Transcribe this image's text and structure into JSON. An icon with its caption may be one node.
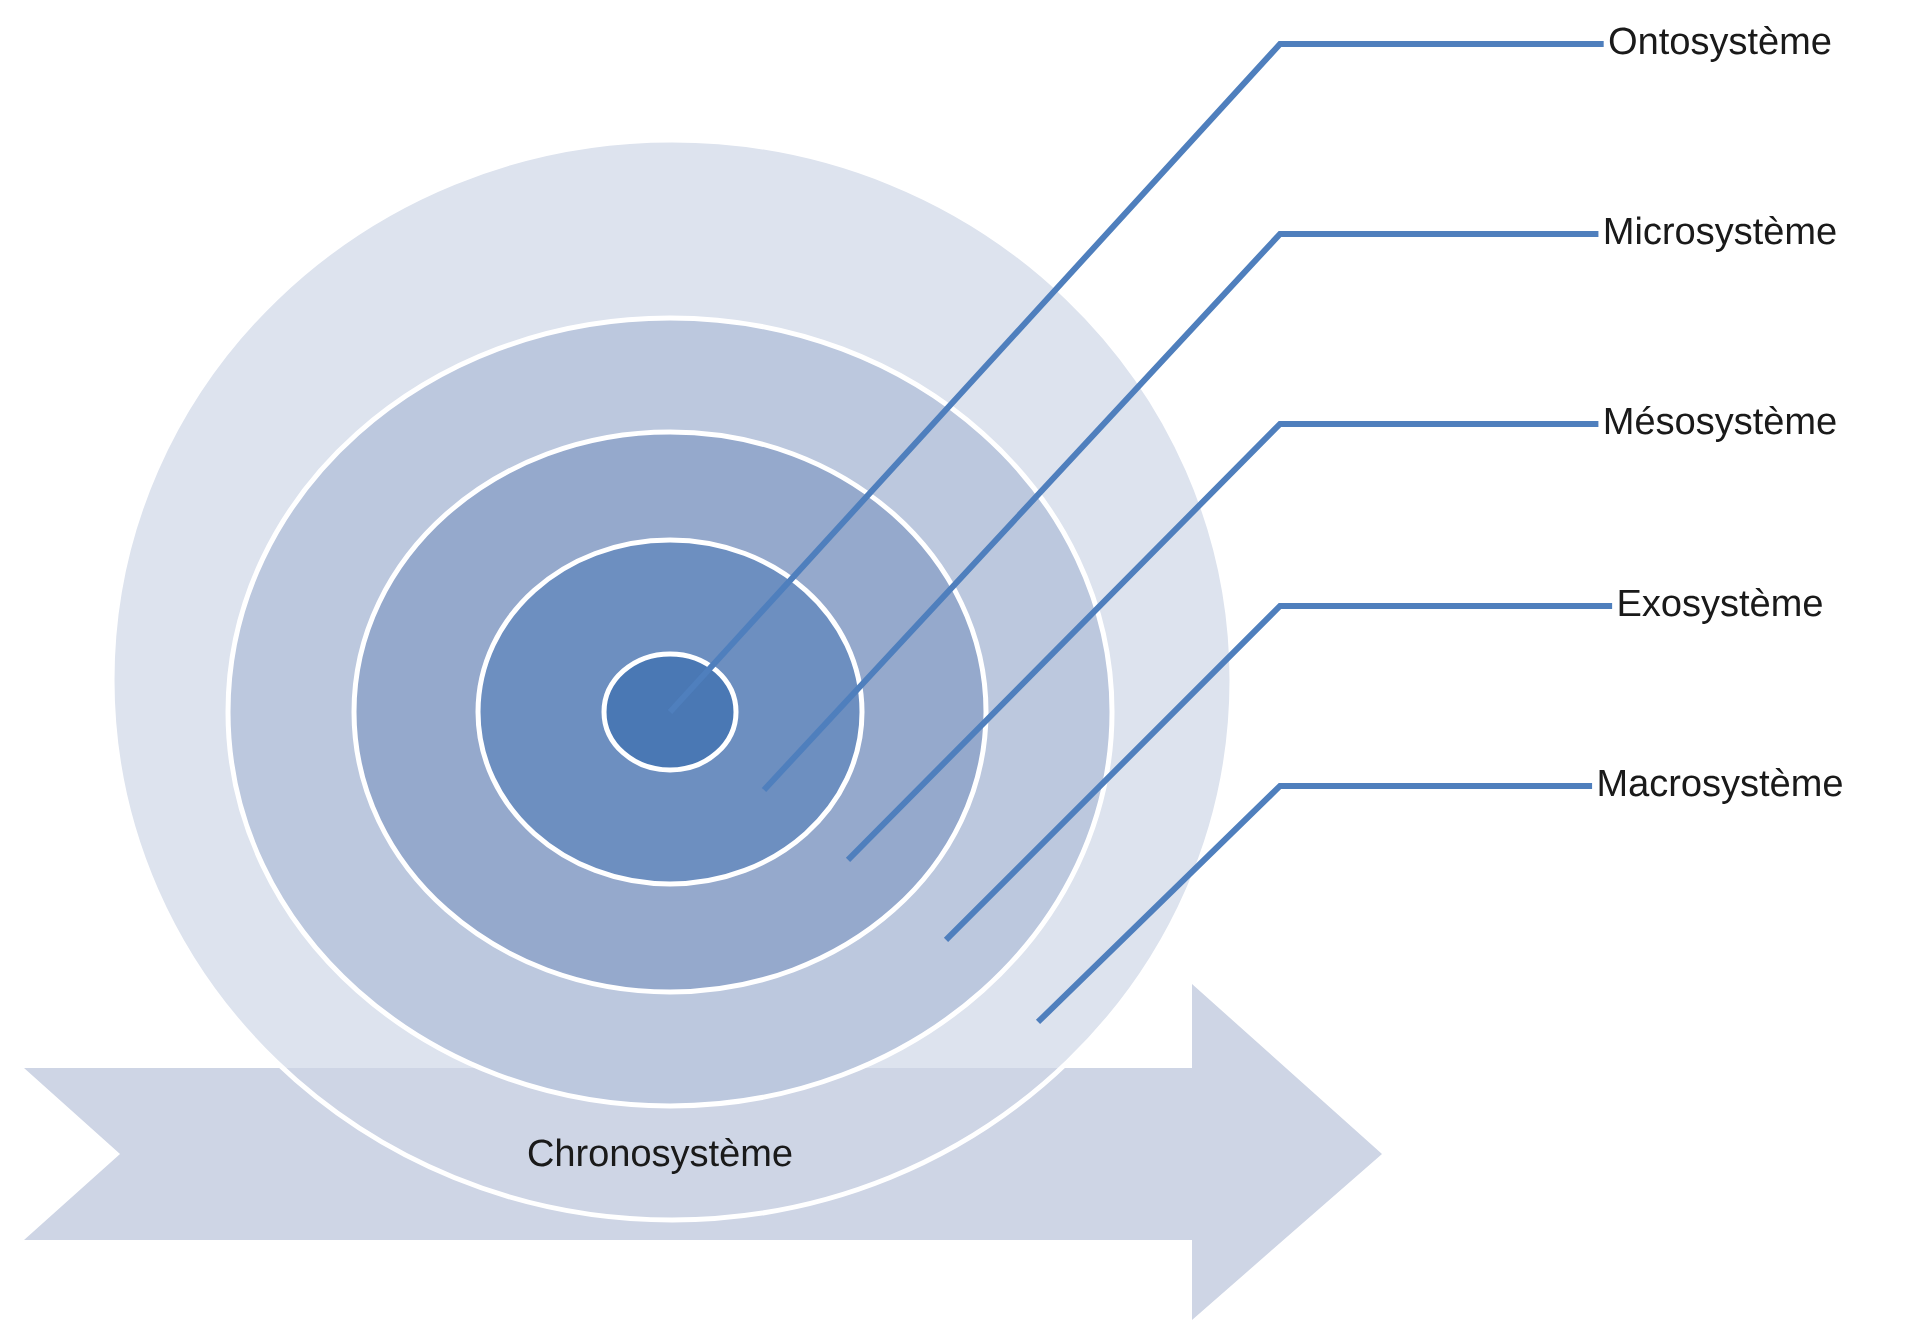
{
  "diagram": {
    "nodes": [
      {
        "text": [
          "Ontosystème"
        ]
      },
      {
        "text": [
          "Microsystème"
        ]
      },
      {
        "text": [
          "Mésosystème"
        ]
      },
      {
        "text": [
          "Exosystème"
        ]
      },
      {
        "text": [
          "Macrosystème"
        ]
      },
      {
        "text": [],
        "shape": "circle"
      },
      {
        "text": [],
        "shape": "circle",
        "in": 5
      },
      {
        "text": [],
        "shape": "circle",
        "in": 6
      },
      {
        "text": [],
        "shape": "circle",
        "in": 7
      },
      {
        "text": [],
        "shape": "circle",
        "in": 8
      },
      {
        "text": [
          "Chronosystème"
        ]
      }
    ],
    "edges": [
      {
        "from": 0,
        "to": 9,
        "arrow": "none"
      },
      {
        "from": 1,
        "to": 8,
        "arrow": "none"
      },
      {
        "from": 2,
        "to": 7,
        "arrow": "none"
      },
      {
        "from": 3,
        "to": 6,
        "arrow": "none"
      },
      {
        "from": 4,
        "to": 5,
        "arrow": "none"
      }
    ]
  }
}
